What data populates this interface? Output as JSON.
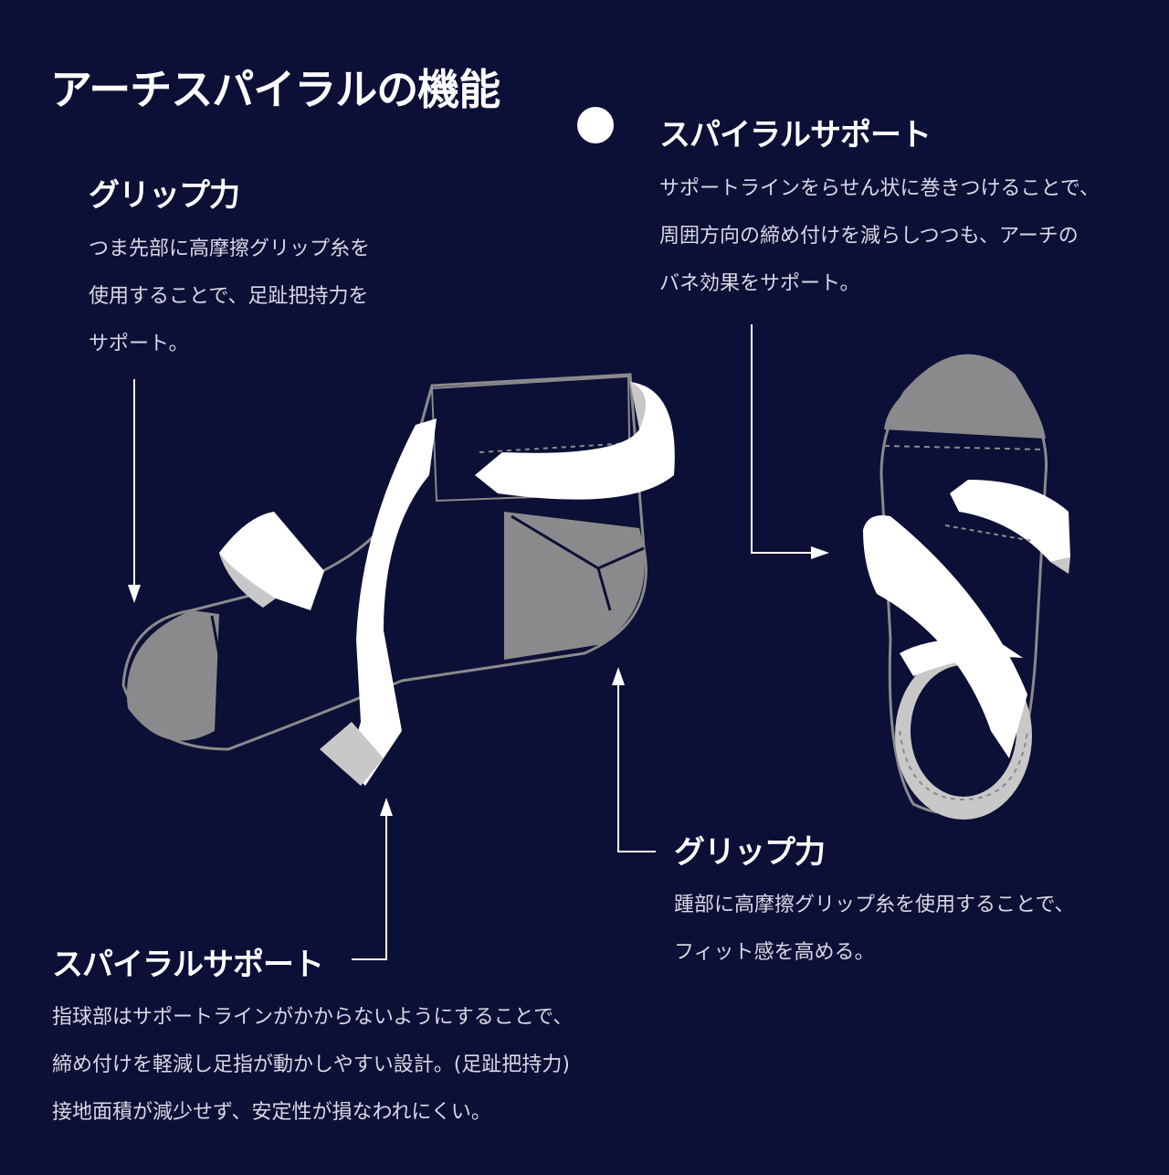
{
  "title": "アーチスパイラルの機能",
  "sections": {
    "grip_toe": {
      "heading": "グリップ力",
      "lines": [
        "つま先部に高摩擦グリップ糸を",
        "使用することで、足趾把持力を",
        "サポート。"
      ]
    },
    "spiral_right": {
      "heading": "スパイラルサポート",
      "lines": [
        "サポートラインをらせん状に巻きつけることで、",
        "周囲方向の締め付けを減らしつつも、アーチの",
        "バネ効果をサポート。"
      ]
    },
    "grip_heel": {
      "heading": "グリップ力",
      "lines": [
        "踵部に高摩擦グリップ糸を使用することで、",
        "フィット感を高める。"
      ]
    },
    "spiral_bottom": {
      "heading": "スパイラルサポート",
      "lines": [
        "指球部はサポートラインがかからないようにすることで、",
        "締め付けを軽減し足指が動かしやすい設計。(足趾把持力)",
        "接地面積が減少せず、安定性が損なわれにくい。"
      ]
    }
  },
  "colors": {
    "background": "#0c0f36",
    "grip_gray": "#8a8a8c",
    "band": "#ffffff",
    "band_shadow": "#c8c8c8"
  }
}
